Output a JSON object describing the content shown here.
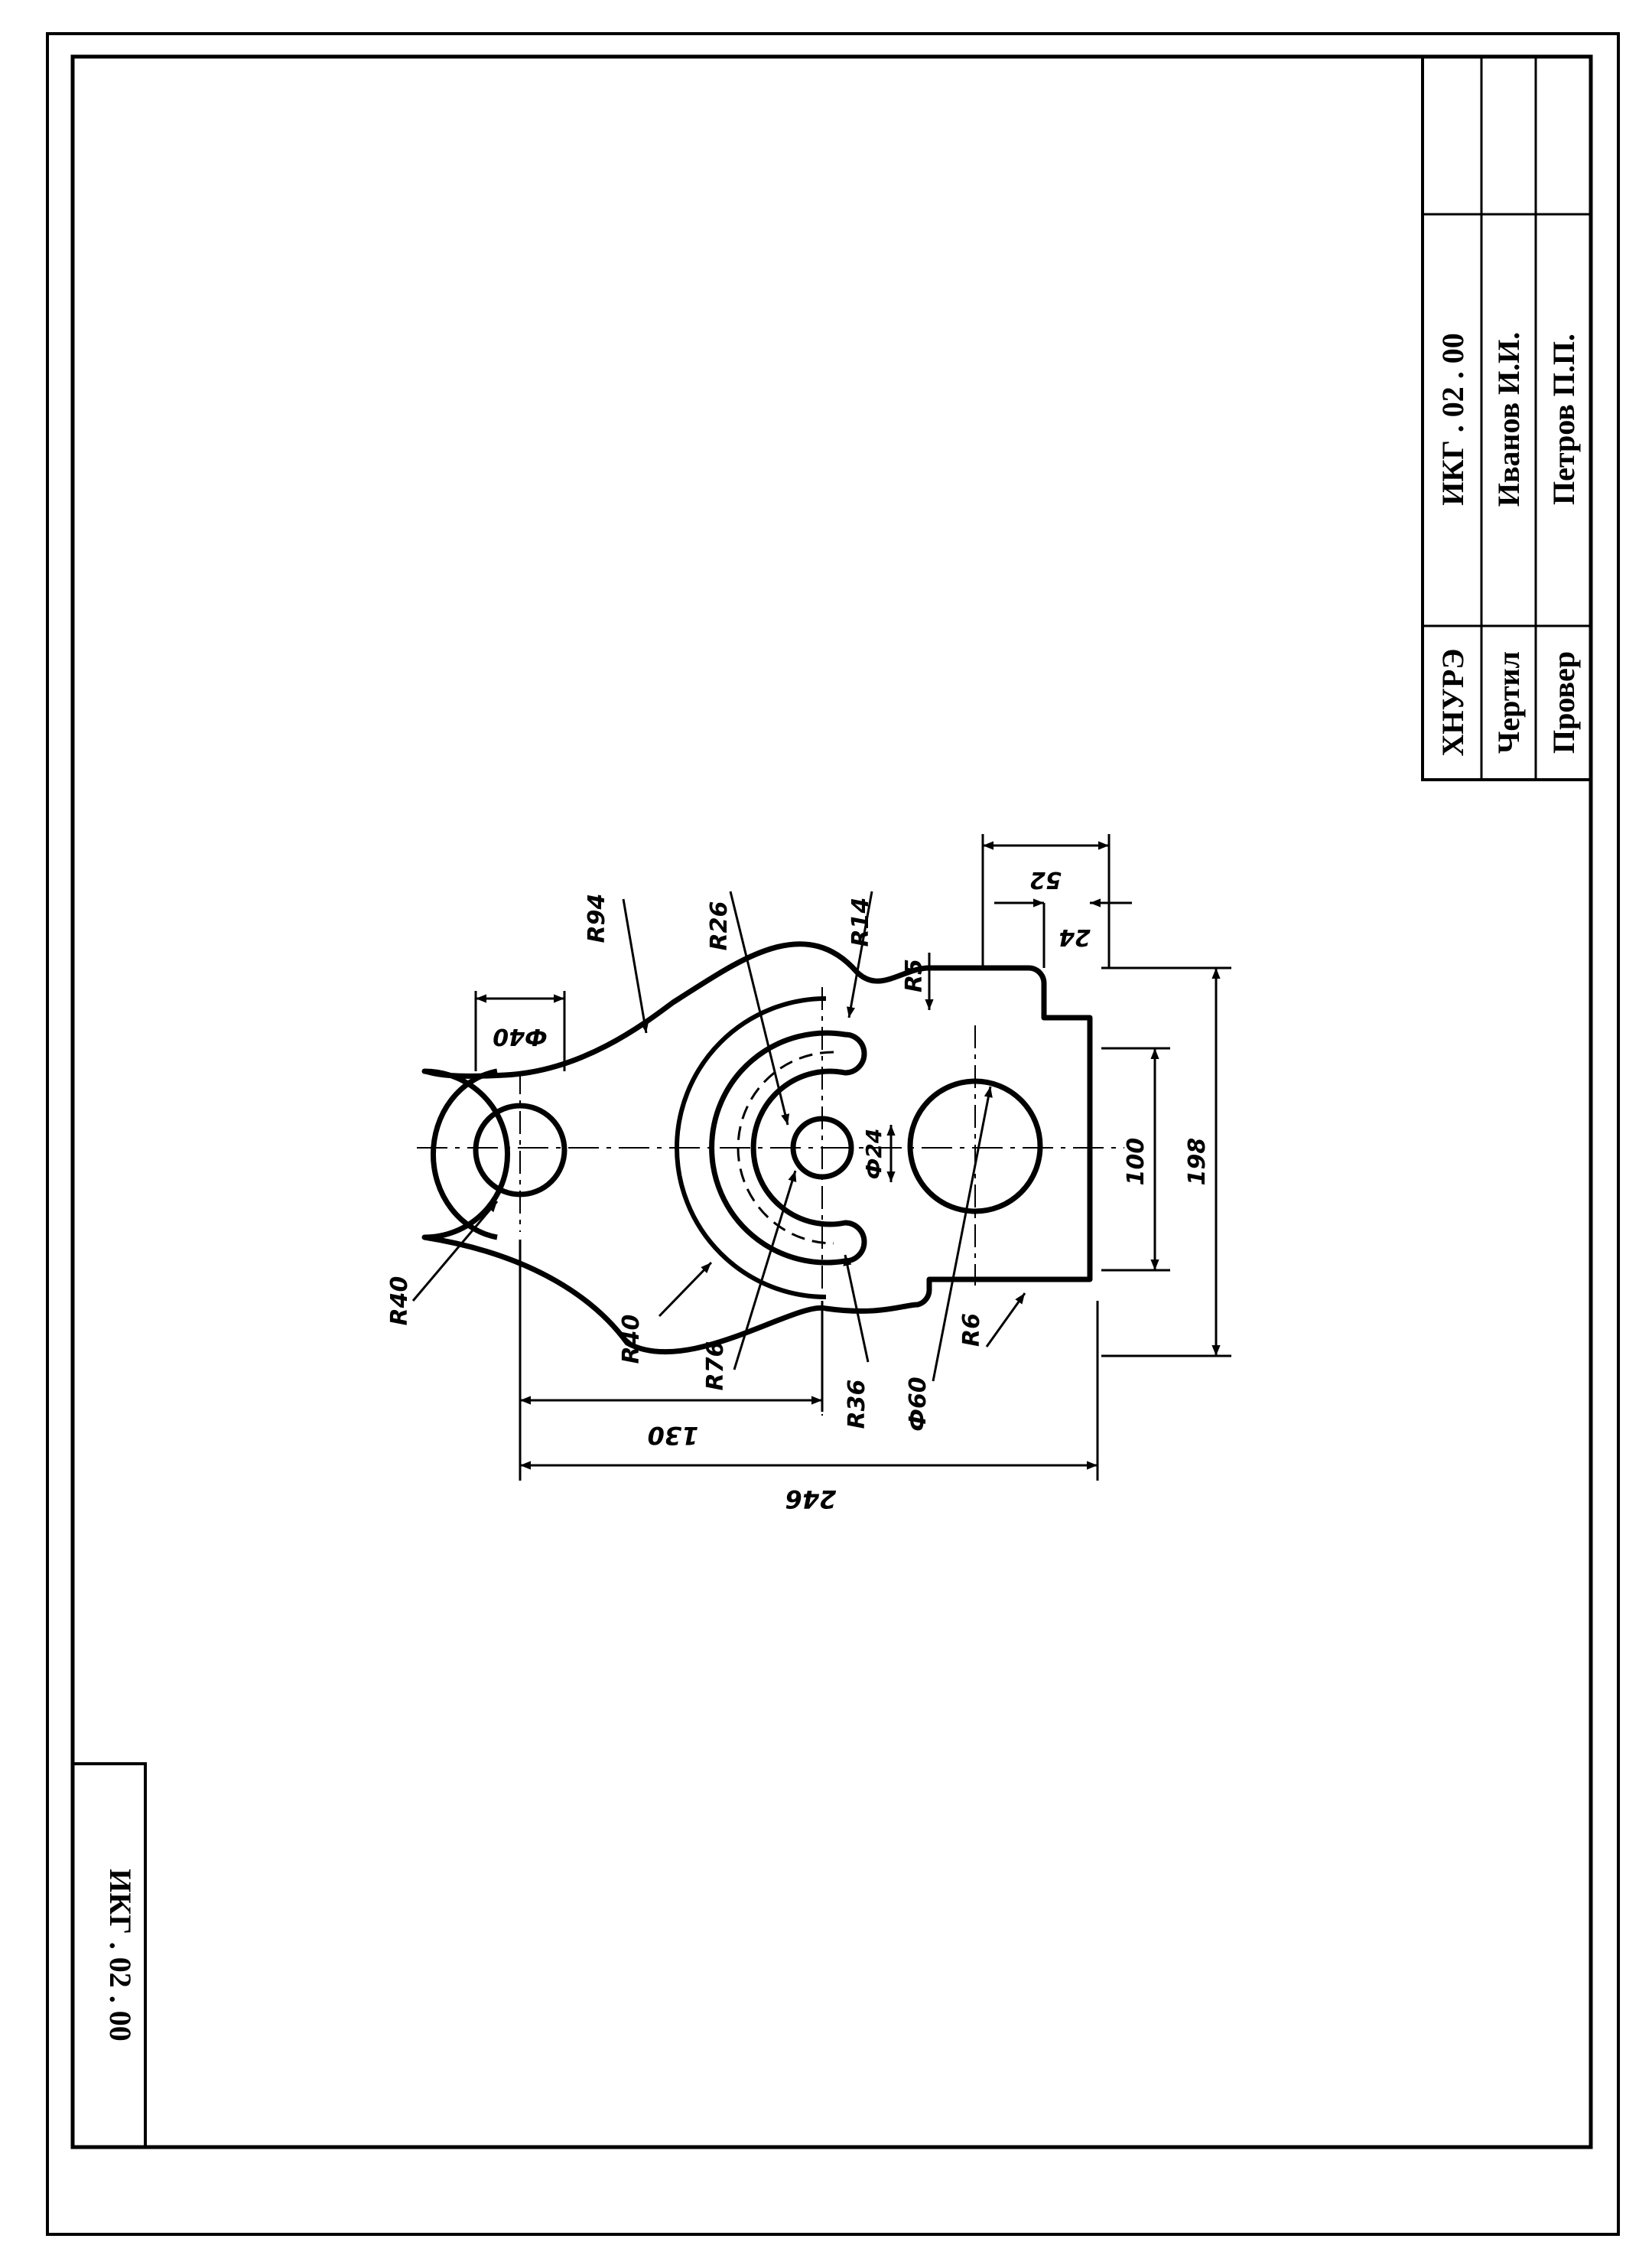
{
  "title_block": {
    "organization": "ХНУРЭ",
    "designation": "ИКГ . 02 . 00",
    "drawn_label": "Чертил",
    "drawn_name": "Иванов И.И.",
    "checked_label": "Провер",
    "checked_name": "Петров П.П."
  },
  "side_stamp": {
    "designation": "ИКГ . 02 . 00"
  },
  "dimensions": {
    "phi40": "Ф40",
    "r94": "R94",
    "r26": "R26",
    "r14": "R14",
    "r5": "R5",
    "d52": "52",
    "d24": "24",
    "d198": "198",
    "d100": "100",
    "phi24": "Ф24",
    "r40_left": "R40",
    "r40": "R40",
    "r76": "R76",
    "r36": "R36",
    "phi60": "Ф60",
    "r6": "R6",
    "d130": "130",
    "d246": "246"
  }
}
